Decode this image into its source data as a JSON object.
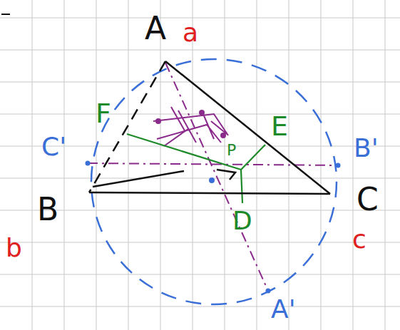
{
  "diagram": {
    "labels": [
      "A",
      "a",
      "F",
      "E",
      "B'",
      "C'",
      "P",
      "B",
      "C",
      "D",
      "b",
      "c",
      "A'"
    ]
  }
}
